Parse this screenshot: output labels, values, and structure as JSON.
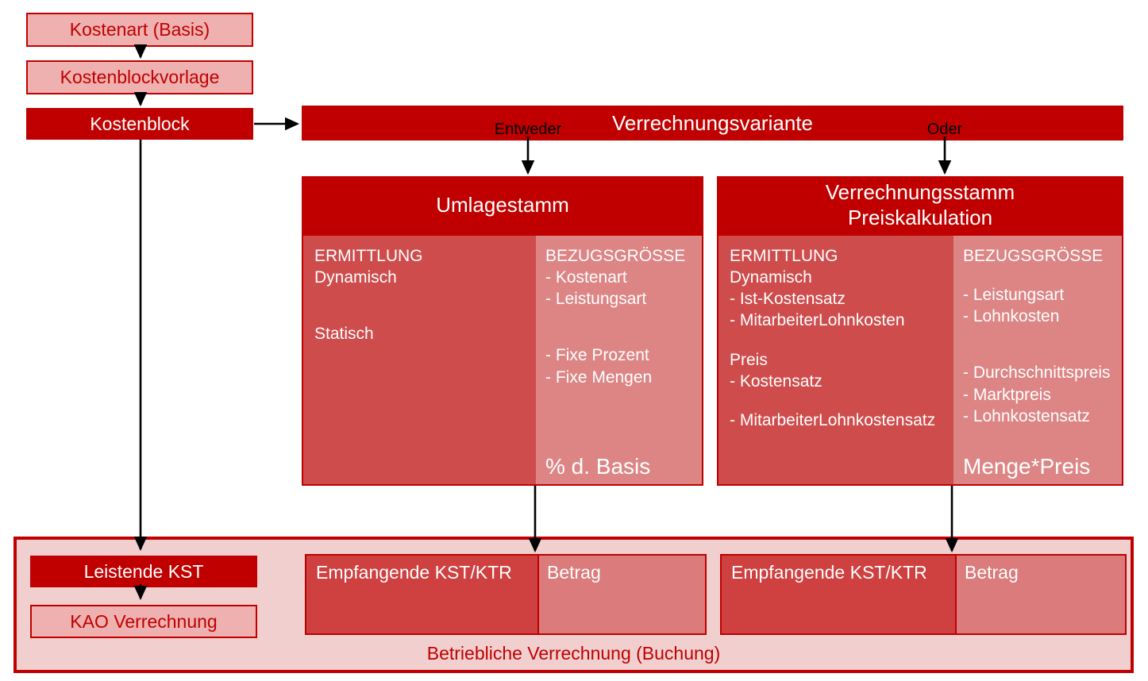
{
  "diagram": {
    "title": "Verrechnungsvariante",
    "colors": {
      "dark_red": "#C00000",
      "mid_red": "#CF4C4C",
      "light_red": "#DD8585",
      "pale_pink": "#F2CFCF",
      "chip_pink": "#EFB0B0",
      "arrow_black": "#000000",
      "white_text": "#FFFFFF"
    }
  },
  "left_chain": {
    "items": [
      {
        "label": "Kostenart (Basis)",
        "style": "light"
      },
      {
        "label": "Kostenblockvorlage",
        "style": "light"
      },
      {
        "label": "Kostenblock",
        "style": "dark"
      }
    ]
  },
  "banner": {
    "title": "Verrechnungsvariante",
    "branch_left": "Entweder",
    "branch_right": "Oder"
  },
  "panels": [
    {
      "id": "umlagestamm",
      "head_lines": [
        "Umlagestamm"
      ],
      "left_column": {
        "title": "ERMITTLUNG",
        "groups": [
          {
            "heading": "Dynamisch",
            "items": []
          },
          {
            "heading": "Statisch",
            "items": []
          }
        ]
      },
      "right_column": {
        "title": "BEZUGSGRÖSSE",
        "groups": [
          {
            "heading": "",
            "items": [
              "- Kostenart",
              "- Leistungsart"
            ]
          },
          {
            "heading": "",
            "items": [
              "- Fixe Prozent",
              "- Fixe Mengen"
            ]
          }
        ],
        "footer": "% d. Basis"
      }
    },
    {
      "id": "verrechnungsstamm",
      "head_lines": [
        "Verrechnungsstamm",
        "Preiskalkulation"
      ],
      "left_column": {
        "title": "ERMITTLUNG",
        "groups": [
          {
            "heading": "Dynamisch",
            "items": [
              "- Ist-Kostensatz",
              "- MitarbeiterLohnkosten"
            ]
          },
          {
            "heading": "Preis",
            "items": [
              "- Kostensatz",
              "",
              "- MitarbeiterLohnkostensatz"
            ]
          }
        ]
      },
      "right_column": {
        "title": "BEZUGSGRÖSSE",
        "groups": [
          {
            "heading": "",
            "items": [
              "- Leistungsart",
              "- Lohnkosten"
            ]
          },
          {
            "heading": "",
            "items": [
              "- Durchschnittspreis",
              "- Marktpreis",
              "- Lohnkostensatz"
            ]
          }
        ],
        "footer": "Menge*Preis"
      }
    }
  ],
  "bottom": {
    "caption": "Betriebliche Verrechnung (Buchung)",
    "left_chips": [
      {
        "label": "Leistende KST",
        "style": "dark"
      },
      {
        "label": "KAO Verrechnung",
        "style": "light"
      }
    ],
    "pairs": [
      {
        "receiver": "Empfangende KST/KTR",
        "amount": "Betrag"
      },
      {
        "receiver": "Empfangende KST/KTR",
        "amount": "Betrag"
      }
    ]
  }
}
